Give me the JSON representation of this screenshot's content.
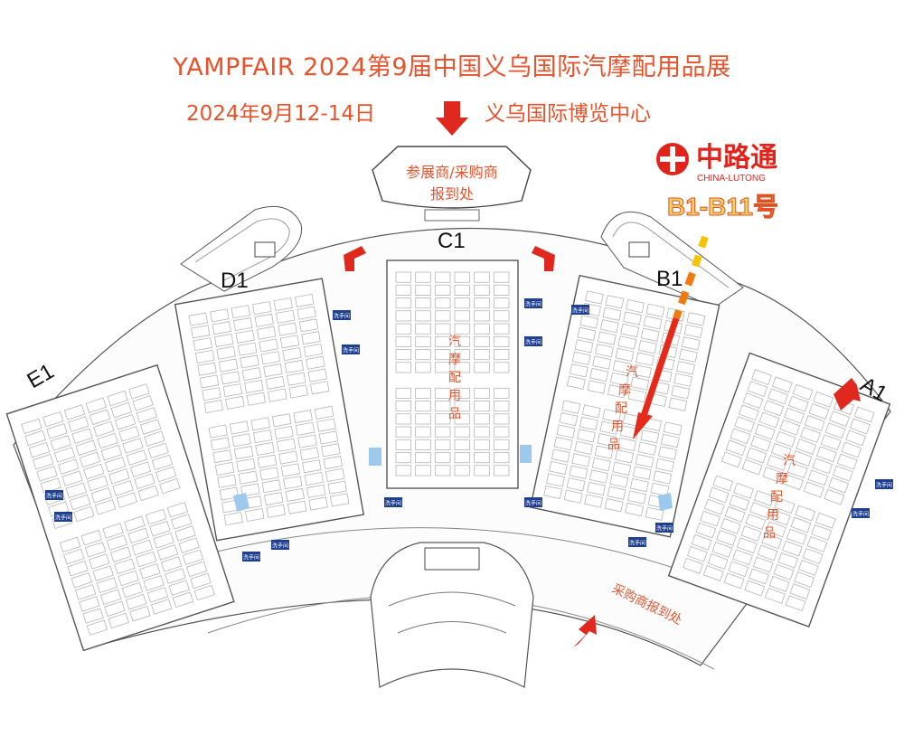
{
  "title": "YAMPFAIR 2024第9届中国义乌国际汽摩配用品展",
  "date": "2024年9月12-14日",
  "venue": "义乌国际博览中心",
  "logo": {
    "name_cn": "中路通",
    "name_en": "CHINA-LUTONG",
    "booth": "B1-B11号"
  },
  "registration": {
    "top_line1": "参展商/采购商",
    "top_line2": "报到处",
    "bottom": "采购商报到处"
  },
  "halls": [
    {
      "id": "E1",
      "label": "E1"
    },
    {
      "id": "D1",
      "label": "D1"
    },
    {
      "id": "C1",
      "label": "C1",
      "product": [
        "汽",
        "摩",
        "配",
        "用",
        "品"
      ]
    },
    {
      "id": "B1",
      "label": "B1",
      "product": [
        "汽",
        "摩",
        "配",
        "用",
        "品"
      ]
    },
    {
      "id": "A1",
      "label": "A1",
      "product": [
        "汽",
        "摩",
        "配",
        "用",
        "品"
      ]
    }
  ],
  "washroom": "洗手间",
  "colors": {
    "accent": "#e8532b",
    "arrow": "#e0281e",
    "washroom_bg": "#1f3f8f",
    "route_yellow": "#f5c400",
    "route_orange": "#f07a10",
    "route_red": "#e62a1a",
    "logo_red": "#e3231b"
  }
}
